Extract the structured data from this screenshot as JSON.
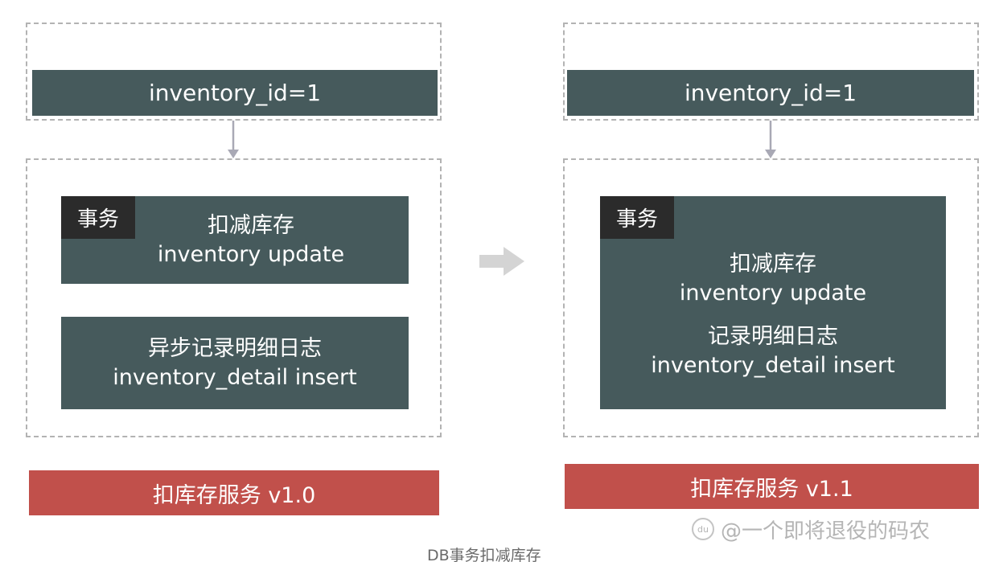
{
  "left": {
    "inventory_bar": "inventory_id=1",
    "tx_tag": "事务",
    "update_box": {
      "line1": "扣减库存",
      "line2": "inventory update"
    },
    "detail_box": {
      "line1": "异步记录明细日志",
      "line2": "inventory_detail insert"
    },
    "service_label": "扣库存服务 v1.0"
  },
  "right": {
    "inventory_bar": "inventory_id=1",
    "tx_tag": "事务",
    "tx_box": {
      "line1": "扣减库存",
      "line2": "inventory update",
      "line3": "记录明细日志",
      "line4": "inventory_detail insert"
    },
    "service_label": "扣库存服务 v1.1"
  },
  "caption": "DB事务扣减库存",
  "watermark": "@一个即将退役的码农",
  "watermark_logo": "du",
  "colors": {
    "panel": "#465a5c",
    "tag": "#2b2b2b",
    "service": "#c1504b",
    "dashed_border": "#b3b3b3",
    "arrow": "#a9a9b5"
  }
}
